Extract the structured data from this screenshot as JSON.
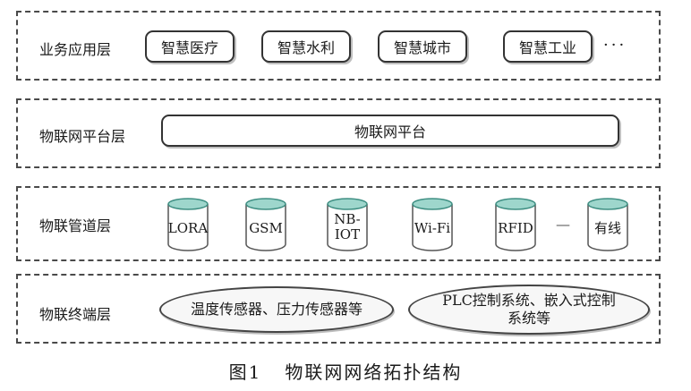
{
  "layers": {
    "application": {
      "label": "业务应用层",
      "items": [
        "智慧医疗",
        "智慧水利",
        "智慧城市",
        "智慧工业"
      ],
      "ellipsis": "···"
    },
    "platform": {
      "label": "物联网平台层",
      "box": "物联网平台"
    },
    "pipeline": {
      "label": "物联管道层",
      "cylinders": [
        "LORA",
        "GSM",
        "NB-\nIOT",
        "Wi-Fi",
        "RFID",
        "有线"
      ],
      "separator": "—"
    },
    "terminal": {
      "label": "物联终端层",
      "groups": [
        "温度传感器、压力传感器等",
        "PLC控制系统、嵌入式控制\n系统等"
      ]
    }
  },
  "caption": {
    "number": "图1",
    "title": "物联网网络拓扑结构"
  }
}
